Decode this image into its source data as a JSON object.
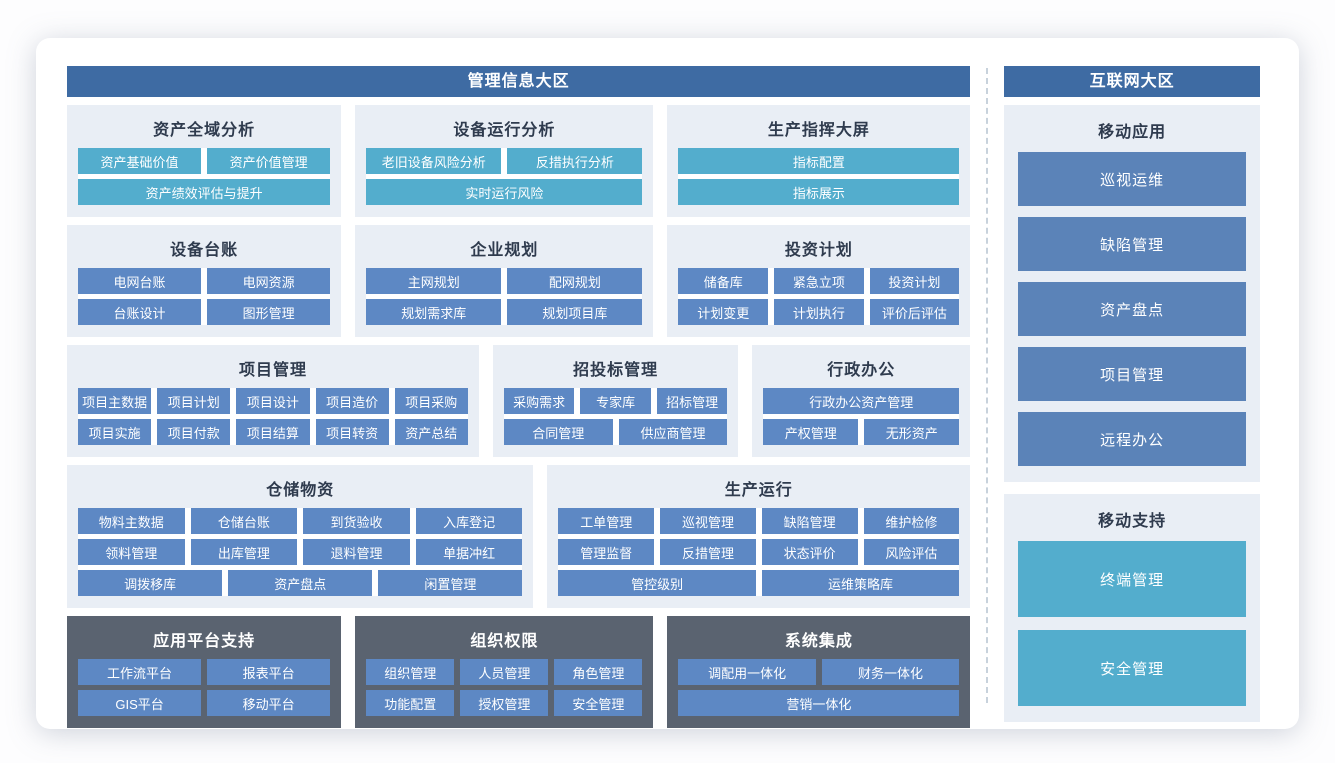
{
  "zones": [
    {
      "name": "management-info-zone",
      "title": "管理信息大区",
      "rows": [
        {
          "groups": [
            {
              "name": "asset-global-analysis",
              "title": "资产全域分析",
              "theme": "light",
              "btn": "teal",
              "flex": 274,
              "buttons": [
                [
                  "资产基础价值",
                  "资产价值管理"
                ],
                [
                  "资产绩效评估与提升"
                ]
              ]
            },
            {
              "name": "equipment-operation-analysis",
              "title": "设备运行分析",
              "theme": "light",
              "btn": "teal",
              "flex": 300,
              "buttons": [
                [
                  "老旧设备风险分析",
                  "反措执行分析"
                ],
                [
                  "实时运行风险"
                ]
              ]
            },
            {
              "name": "production-command-screen",
              "title": "生产指挥大屏",
              "theme": "light",
              "btn": "teal",
              "flex": 305,
              "buttons": [
                [
                  "指标配置"
                ],
                [
                  "指标展示"
                ]
              ]
            }
          ]
        },
        {
          "groups": [
            {
              "name": "equipment-ledger",
              "title": "设备台账",
              "theme": "light",
              "btn": "blue",
              "flex": 274,
              "buttons": [
                [
                  "电网台账",
                  "电网资源"
                ],
                [
                  "台账设计",
                  "图形管理"
                ]
              ]
            },
            {
              "name": "enterprise-planning",
              "title": "企业规划",
              "theme": "light",
              "btn": "blue",
              "flex": 300,
              "buttons": [
                [
                  "主网规划",
                  "配网规划"
                ],
                [
                  "规划需求库",
                  "规划项目库"
                ]
              ]
            },
            {
              "name": "investment-plan",
              "title": "投资计划",
              "theme": "light",
              "btn": "blue",
              "flex": 305,
              "buttons": [
                [
                  "储备库",
                  "紧急立项",
                  "投资计划"
                ],
                [
                  "计划变更",
                  "计划执行",
                  "评价后评估"
                ]
              ]
            }
          ]
        },
        {
          "groups": [
            {
              "name": "project-management",
              "title": "项目管理",
              "theme": "light",
              "btn": "blue",
              "flex": 424,
              "buttons": [
                [
                  "项目主数据",
                  "项目计划",
                  "项目设计",
                  "项目造价",
                  "项目采购"
                ],
                [
                  "项目实施",
                  "项目付款",
                  "项目结算",
                  "项目转资",
                  "资产总结"
                ]
              ]
            },
            {
              "name": "bidding-management",
              "title": "招投标管理",
              "theme": "light",
              "btn": "blue",
              "flex": 243,
              "buttons": [
                [
                  "采购需求",
                  "专家库",
                  "招标管理"
                ],
                [
                  "合同管理",
                  "供应商管理"
                ]
              ]
            },
            {
              "name": "administrative-office",
              "title": "行政办公",
              "theme": "light",
              "btn": "blue",
              "flex": 213,
              "buttons": [
                [
                  "行政办公资产管理"
                ],
                [
                  "产权管理",
                  "无形资产"
                ]
              ]
            }
          ]
        },
        {
          "groups": [
            {
              "name": "warehouse-materials",
              "title": "仓储物资",
              "theme": "light",
              "btn": "blue",
              "flex": 469,
              "buttons": [
                [
                  "物料主数据",
                  "仓储台账",
                  "到货验收",
                  "入库登记"
                ],
                [
                  "领料管理",
                  "出库管理",
                  "退料管理",
                  "单据冲红"
                ],
                [
                  "调拨移库",
                  "资产盘点",
                  "闲置管理"
                ]
              ]
            },
            {
              "name": "production-operation",
              "title": "生产运行",
              "theme": "light",
              "btn": "blue",
              "flex": 423,
              "buttons": [
                [
                  "工单管理",
                  "巡视管理",
                  "缺陷管理",
                  "维护检修"
                ],
                [
                  "管理监督",
                  "反措管理",
                  "状态评价",
                  "风险评估"
                ],
                [
                  "管控级别",
                  "运维策略库"
                ]
              ]
            }
          ]
        },
        {
          "groups": [
            {
              "name": "app-platform-support",
              "title": "应用平台支持",
              "theme": "dark",
              "btn": "blue",
              "flex": 274,
              "buttons": [
                [
                  "工作流平台",
                  "报表平台"
                ],
                [
                  "GIS平台",
                  "移动平台"
                ]
              ]
            },
            {
              "name": "organization-permission",
              "title": "组织权限",
              "theme": "dark",
              "btn": "blue",
              "flex": 300,
              "buttons": [
                [
                  "组织管理",
                  "人员管理",
                  "角色管理"
                ],
                [
                  "功能配置",
                  "授权管理",
                  "安全管理"
                ]
              ]
            },
            {
              "name": "system-integration",
              "title": "系统集成",
              "theme": "dark",
              "btn": "blue",
              "flex": 305,
              "buttons": [
                [
                  "调配用一体化",
                  "财务一体化"
                ],
                [
                  "营销一体化"
                ]
              ]
            }
          ]
        }
      ]
    },
    {
      "name": "internet-zone",
      "title": "互联网大区",
      "rows": [
        {
          "groups": [
            {
              "name": "mobile-apps",
              "title": "移动应用",
              "theme": "light-gap",
              "btn": "steel",
              "size": "tall",
              "flex": 1,
              "buttons": [
                [
                  "巡视运维"
                ],
                [
                  "缺陷管理"
                ],
                [
                  "资产盘点"
                ],
                [
                  "项目管理"
                ],
                [
                  "远程办公"
                ]
              ]
            }
          ]
        },
        {
          "groups": [
            {
              "name": "mobile-support",
              "title": "移动支持",
              "theme": "light-gap",
              "btn": "teal",
              "size": "xtall",
              "flex": 1,
              "buttons": [
                [
                  "终端管理"
                ],
                [
                  "安全管理"
                ]
              ]
            }
          ]
        }
      ]
    }
  ],
  "colors": {
    "header_blue": "#3e6ba3",
    "teal": "#53adcd",
    "blue": "#5d88c4",
    "steel_blue": "#5b83b8",
    "panel_light": "#e9eef5",
    "panel_dark": "#5a6370",
    "divider": "#c8d2dc",
    "title_text": "#2f3b4e"
  }
}
